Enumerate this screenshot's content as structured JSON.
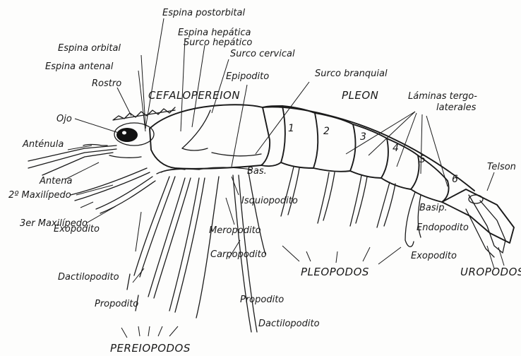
{
  "labels": {
    "espina_postorbital": "Espina postorbital",
    "espina_hepatica": "Espina hepática",
    "surco_hepatico": "Surco hepático",
    "espina_orbital": "Espina orbital",
    "surco_cervical": "Surco cervical",
    "espina_antenal": "Espina antenal",
    "epipodito": "Epipodito",
    "surco_branquial": "Surco branquial",
    "rostro": "Rostro",
    "cefalopereion": "CEFALOPEREION",
    "pleon": "PLEON",
    "laminas_1": "Láminas tergo-",
    "laminas_2": "laterales",
    "ojo": "Ojo",
    "antenula": "Anténula",
    "antena": "Antena",
    "maxilipedo_2": "2º Maxilípedo",
    "maxilipedo_3": "3er Maxilípedo",
    "bas": "Bas.",
    "isquiopodito": "Isquiopodito",
    "telson": "Telson",
    "basip": "Basip.",
    "endopodito": "Endopodito",
    "exopodito_left": "Exopodito",
    "meropodito": "Meropodito",
    "carpopodito": "Carpopodito",
    "pleopodos": "PLEOPODOS",
    "exopodito_right": "Exopodito",
    "uropodos": "UROPODOS",
    "dactilopodito_left": "Dactilopodito",
    "propodito_left": "Propodito",
    "propodito_mid": "Propodito",
    "dactilopodito_mid": "Dactilopodito",
    "pereiopodos": "PEREIOPODOS"
  },
  "segment_numbers": [
    "1",
    "2",
    "3",
    "4",
    "5",
    "6"
  ]
}
